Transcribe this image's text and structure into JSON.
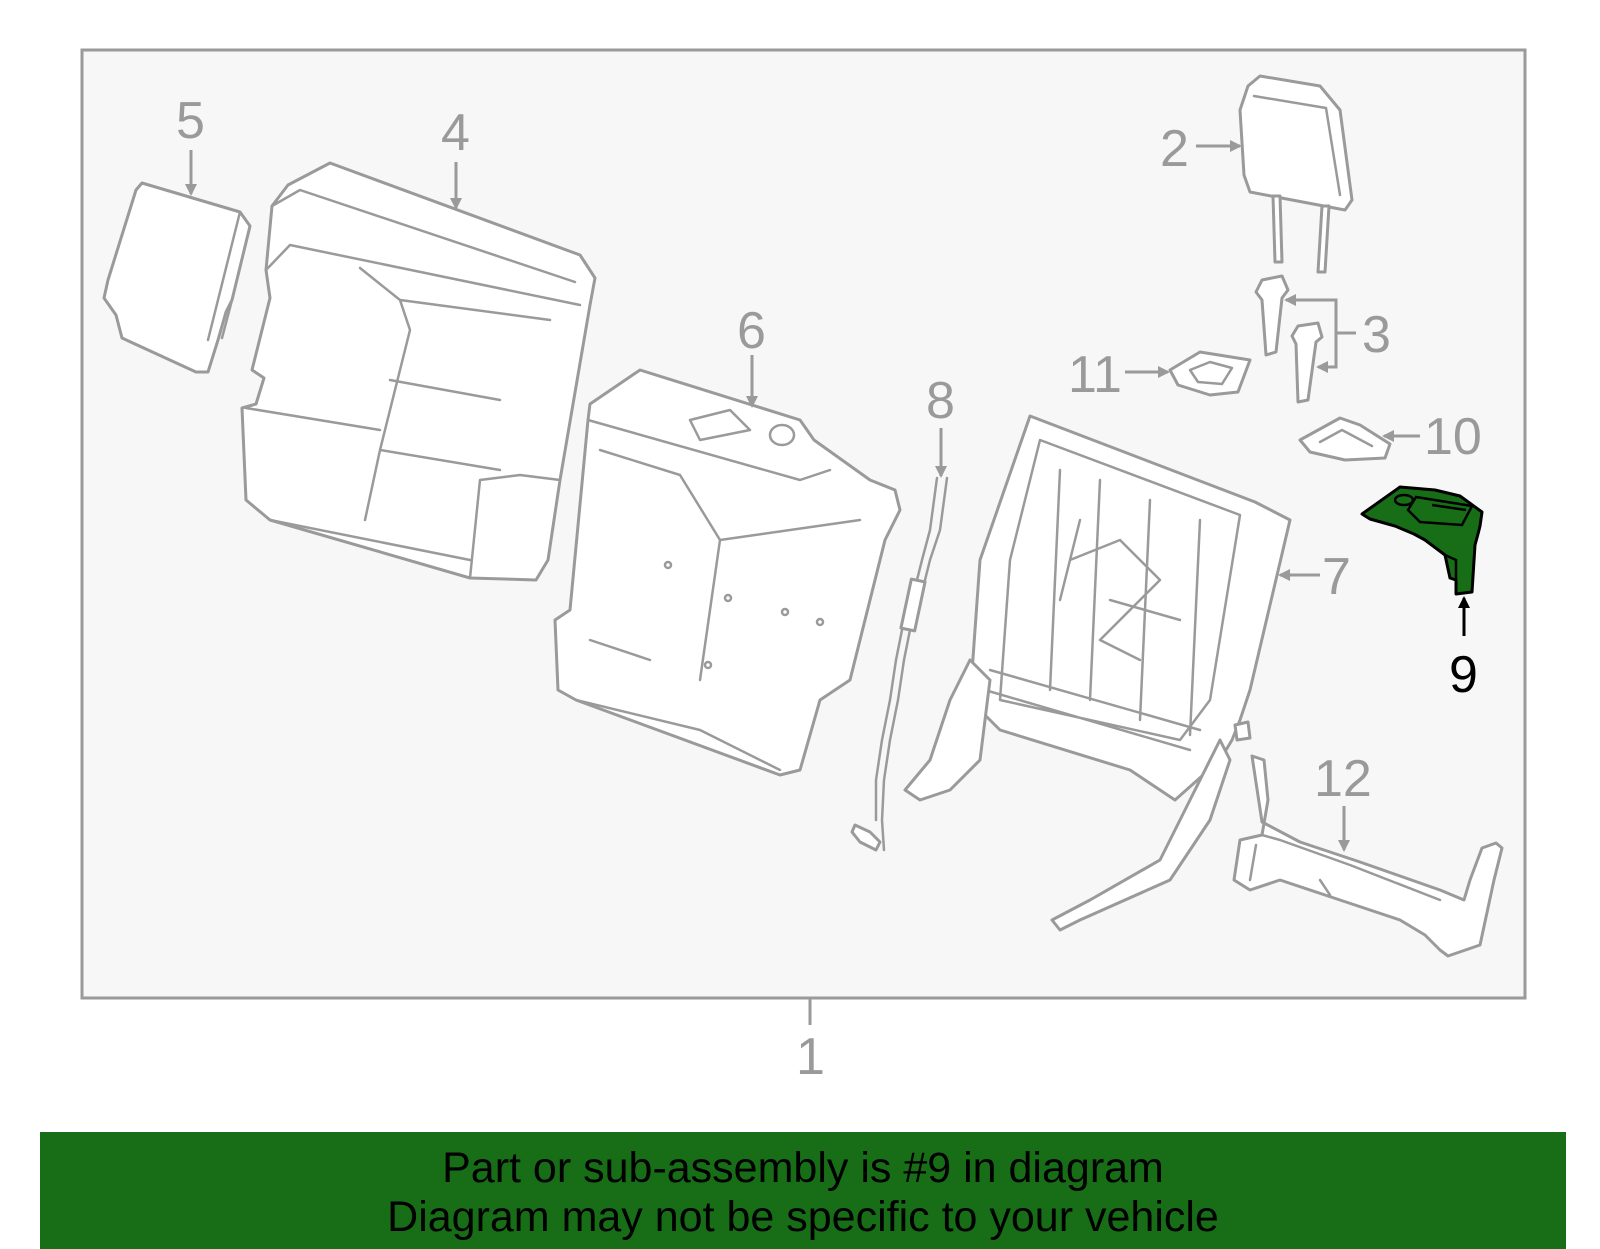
{
  "callouts": {
    "c1": "1",
    "c2": "2",
    "c3": "3",
    "c4": "4",
    "c5": "5",
    "c6": "6",
    "c7": "7",
    "c8": "8",
    "c9": "9",
    "c10": "10",
    "c11": "11",
    "c12": "12"
  },
  "highlight_color": "#176e17",
  "banner": {
    "line1": "Part or sub-assembly is #9 in diagram",
    "line2": "Diagram may not be specific to your vehicle"
  }
}
